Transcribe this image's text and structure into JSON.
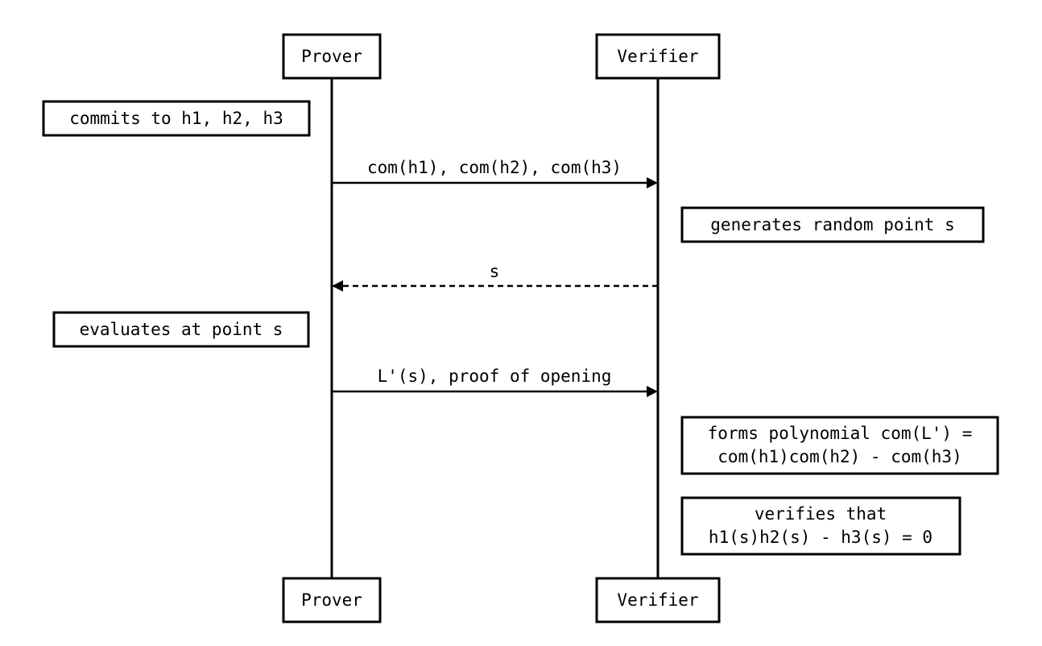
{
  "participants": {
    "prover": "Prover",
    "verifier": "Verifier"
  },
  "notes": {
    "prover_commits": "commits to h1, h2, h3",
    "verifier_generates": "generates random point s",
    "prover_evaluates": "evaluates at point s",
    "verifier_forms_line1": "forms polynomial com(L') =",
    "verifier_forms_line2": "com(h1)com(h2) - com(h3)",
    "verifier_verifies_line1": "verifies that",
    "verifier_verifies_line2": "h1(s)h2(s) - h3(s) = 0"
  },
  "messages": {
    "commitments": "com(h1), com(h2), com(h3)",
    "challenge": "s",
    "opening": "L'(s), proof of opening"
  },
  "colors": {
    "stroke": "#000000",
    "background": "#ffffff"
  }
}
